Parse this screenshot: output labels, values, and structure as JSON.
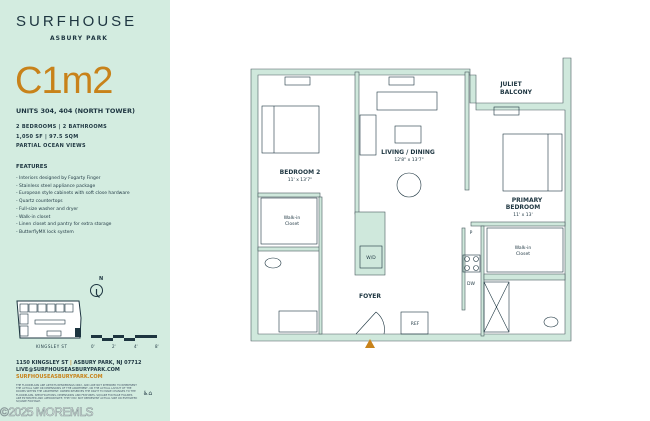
{
  "brand": {
    "name": "SURFHOUSE",
    "location": "ASBURY PARK"
  },
  "unit": {
    "code": "C1m2",
    "units": "UNITS 304, 404 (NORTH TOWER)",
    "specs": [
      "2 BEDROOMS | 2 BATHROOMS",
      "1,050 SF | 97.5 SQM",
      "PARTIAL OCEAN VIEWS"
    ]
  },
  "features": {
    "heading": "FEATURES",
    "items": [
      "- Interiors designed by Fogarty Finger",
      "- Stainless steel appliance package",
      "- European style cabinets with soft close hardware",
      "- Quartz countertops",
      "- Full-size washer and dryer",
      "- Walk-in closet",
      "- Linen closet and pantry for extra storage",
      "- ButterflyMX lock system"
    ]
  },
  "keyplan": {
    "north": "N",
    "street": "KINGSLEY ST",
    "scale": [
      "0'",
      "2'",
      "4'",
      "8'"
    ]
  },
  "contact": {
    "address": "1150 KINGSLEY ST",
    "separator": "|",
    "city": "ASBURY PARK, NJ 07712",
    "email": "LIVE@SURFHOUSEASBURYPARK.COM",
    "website": "SURFHOUSEASBURYPARK.COM"
  },
  "disclaimer": "THE FLOORPLANS ARE ARTISTS RENDERINGS ONLY, AND ARE NOT INTENDED TO REPRESENT THE ACTUAL SIZE OR DIMENSIONS OF THE APARTMENT, OR THE ACTUAL LAYOUT OF THE ROOMS WITHIN THE APARTMENT. OWNER RESERVES THE RIGHT TO MAKE CHANGES TO THE FLOORPLANS, SPECIFICATIONS, DIMENSIONS AND FEATURES. SQUARE FOOTAGE FIGURES ARE ESTIMATED AND APPROXIMATE; THEY MAY NOT REPRESENT ACTUAL SIZE OR ESTIMATED SQUARE FOOTAGE.",
  "watermark": "©2025 MOREMLS",
  "plan": {
    "rooms": {
      "juliet1": "JULIET",
      "juliet2": "BALCONY",
      "living": "LIVING / DINING",
      "living_dim": "12'8\" x 13'7\"",
      "bed2": "BEDROOM 2",
      "bed2_dim": "11' x 13'7\"",
      "primary1": "PRIMARY",
      "primary2": "BEDROOM",
      "primary_dim": "11' x 13'",
      "wic1a": "Walk-in",
      "wic1b": "Closet",
      "wic2a": "Walk-in",
      "wic2b": "Closet",
      "wd": "W/D",
      "foyer": "FOYER",
      "ref": "REF",
      "dw": "DW",
      "pantry": "P"
    }
  },
  "colors": {
    "panel": "#d3ece0",
    "accent": "#c8821a",
    "ink": "#1d3540",
    "wall": "#cfe8dc"
  }
}
